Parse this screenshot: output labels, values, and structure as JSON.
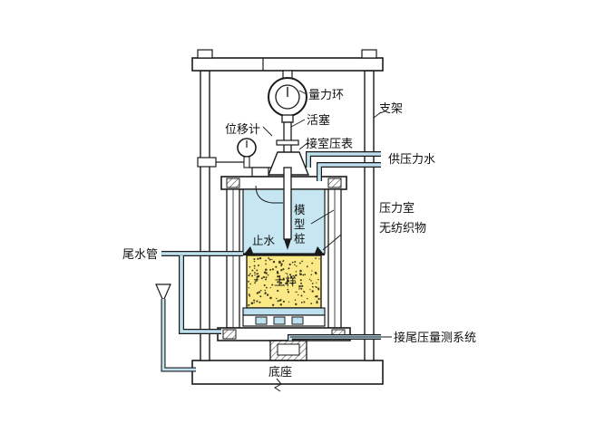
{
  "labels": {
    "force_ring": "量力环",
    "frame": "支架",
    "piston": "活塞",
    "displacement_gauge": "位移计",
    "chamber_gauge": "接室压表",
    "pressure_water": "供压力水",
    "pressure_chamber": "压力室",
    "model_pile": "模型桩",
    "stop_water": "止水",
    "nonwoven": "无纺织物",
    "tail_pipe": "尾水管",
    "soil_sample": "土样",
    "tail_measure": "接尾压量测系统",
    "base": "底座"
  },
  "colors": {
    "water": "#c6e6f2",
    "soil": "#fbe886",
    "pipe": "#bfe0ee",
    "line": "#1a1a1a",
    "paper": "#ffffff"
  }
}
